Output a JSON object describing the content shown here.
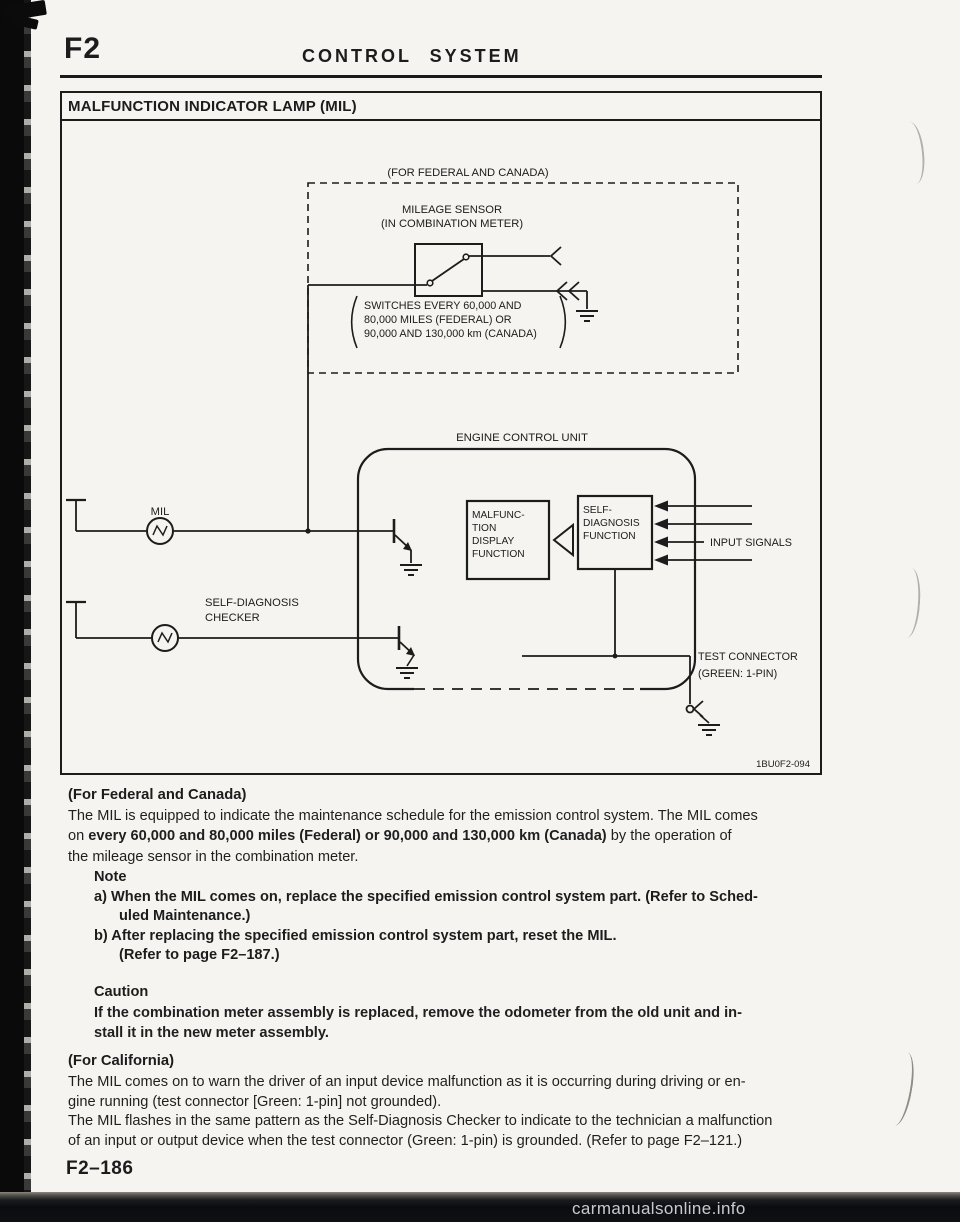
{
  "colors": {
    "ink": "#1c1c1c",
    "paper": "#f5f4f0"
  },
  "header": {
    "page_code": "F2",
    "title": "CONTROL SYSTEM"
  },
  "panel": {
    "title": "MALFUNCTION INDICATOR LAMP (MIL)",
    "figure_code": "1BU0F2-094"
  },
  "diagram": {
    "region_note": "(FOR FEDERAL AND CANADA)",
    "mileage_sensor_label": [
      "MILEAGE SENSOR",
      "(IN COMBINATION METER)"
    ],
    "switch_note": [
      "SWITCHES EVERY 60,000 AND",
      "80,000 MILES (FEDERAL) OR",
      "90,000 AND 130,000 km (CANADA)"
    ],
    "ecu_label": "ENGINE CONTROL UNIT",
    "mil_label": "MIL",
    "checker_label": [
      "SELF-DIAGNOSIS",
      "CHECKER"
    ],
    "malfunction_display_box": [
      "MALFUNC-",
      "TION",
      "DISPLAY",
      "FUNCTION"
    ],
    "self_diagnosis_box": [
      "SELF-",
      "DIAGNOSIS",
      "FUNCTION"
    ],
    "input_signals_label": "INPUT SIGNALS",
    "test_connector_label": [
      "TEST CONNECTOR",
      "(GREEN: 1-PIN)"
    ]
  },
  "content": {
    "federal_heading": "(For Federal and Canada)",
    "federal_text_start": "The MIL is equipped to indicate the maintenance schedule for the emission control system. The MIL comes\non ",
    "federal_text_bold": "every 60,000 and 80,000 miles (Federal) or 90,000 and 130,000 km (Canada)",
    "federal_text_end": " by the operation of\nthe mileage sensor in the combination meter.",
    "note_heading": "Note",
    "note_item_a": "a) When the MIL comes on, replace the specified emission control system part. (Refer to Sched-",
    "note_item_a_cont": "uled Maintenance.)",
    "note_item_b": "b) After replacing the specified emission control system part, reset the MIL.",
    "note_item_b_cont": "(Refer to page F2–187.)",
    "caution_heading": "Caution",
    "caution_text": "If the combination meter assembly is replaced, remove the odometer from the old unit and in-\nstall it in the new meter assembly.",
    "california_heading": "(For California)",
    "california_text": "The MIL comes on to warn the driver of an input device malfunction as it is occurring during driving or en-\ngine running (test connector [Green: 1-pin] not grounded).\nThe MIL flashes in the same pattern as the Self-Diagnosis Checker to indicate to the technician a malfunction\nof an input or output device when the test connector (Green: 1-pin) is grounded. (Refer to page F2–121.)",
    "page_number": "F2–186"
  },
  "watermark": "carmanualsonline.info"
}
